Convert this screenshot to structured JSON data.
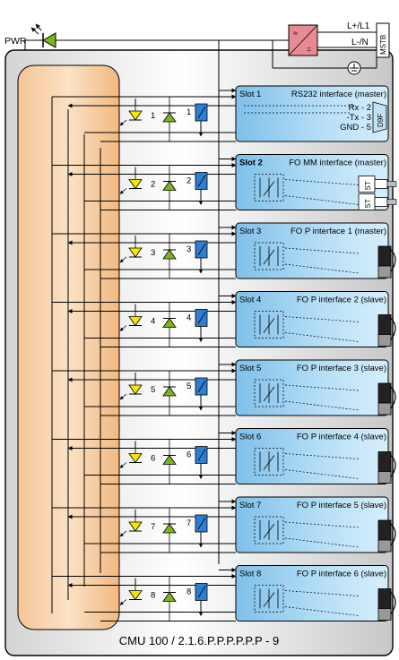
{
  "header": {
    "pwr_label": "PWR",
    "supply_l1": "L+/L1",
    "supply_n": "L-/N",
    "supply_fuse": "MSTB"
  },
  "footer": {
    "model": "CMU 100 / 2.1.6.P.P.P.P.P.P - 9"
  },
  "slots": [
    {
      "slot": "Slot 1",
      "title": "RS232 interface (master)",
      "led": "1",
      "relay": "1",
      "type": "rs232",
      "pins": [
        "Rx - 2",
        "-Tx - 3",
        "GND - 5"
      ],
      "connector": "D9F"
    },
    {
      "slot": "Slot 2",
      "title": "FO MM interface (master)",
      "led": "2",
      "relay": "2",
      "type": "fomm",
      "ports": [
        "ST",
        "ST"
      ]
    },
    {
      "slot": "Slot 3",
      "title": "FO P interface 1 (master)",
      "led": "3",
      "relay": "3",
      "type": "fop"
    },
    {
      "slot": "Slot 4",
      "title": "FO P interface 2 (slave)",
      "led": "4",
      "relay": "4",
      "type": "fop"
    },
    {
      "slot": "Slot 5",
      "title": "FO P interface 3 (slave)",
      "led": "5",
      "relay": "5",
      "type": "fop"
    },
    {
      "slot": "Slot 6",
      "title": "FO P interface 4 (slave)",
      "led": "6",
      "relay": "6",
      "type": "fop"
    },
    {
      "slot": "Slot 7",
      "title": "FO P interface 5 (slave)",
      "led": "7",
      "relay": "7",
      "type": "fop"
    },
    {
      "slot": "Slot 8",
      "title": "FO P interface 6 (slave)",
      "led": "8",
      "relay": "8",
      "type": "fop"
    }
  ],
  "colors": {
    "housing": "#d9d9d9",
    "backplane": "#f0b27c",
    "card": "#9fcff0",
    "relay": "#2e7fd4",
    "led_yellow": "#f7e600",
    "led_green": "#7ab51d",
    "psu": "#e88a94"
  }
}
